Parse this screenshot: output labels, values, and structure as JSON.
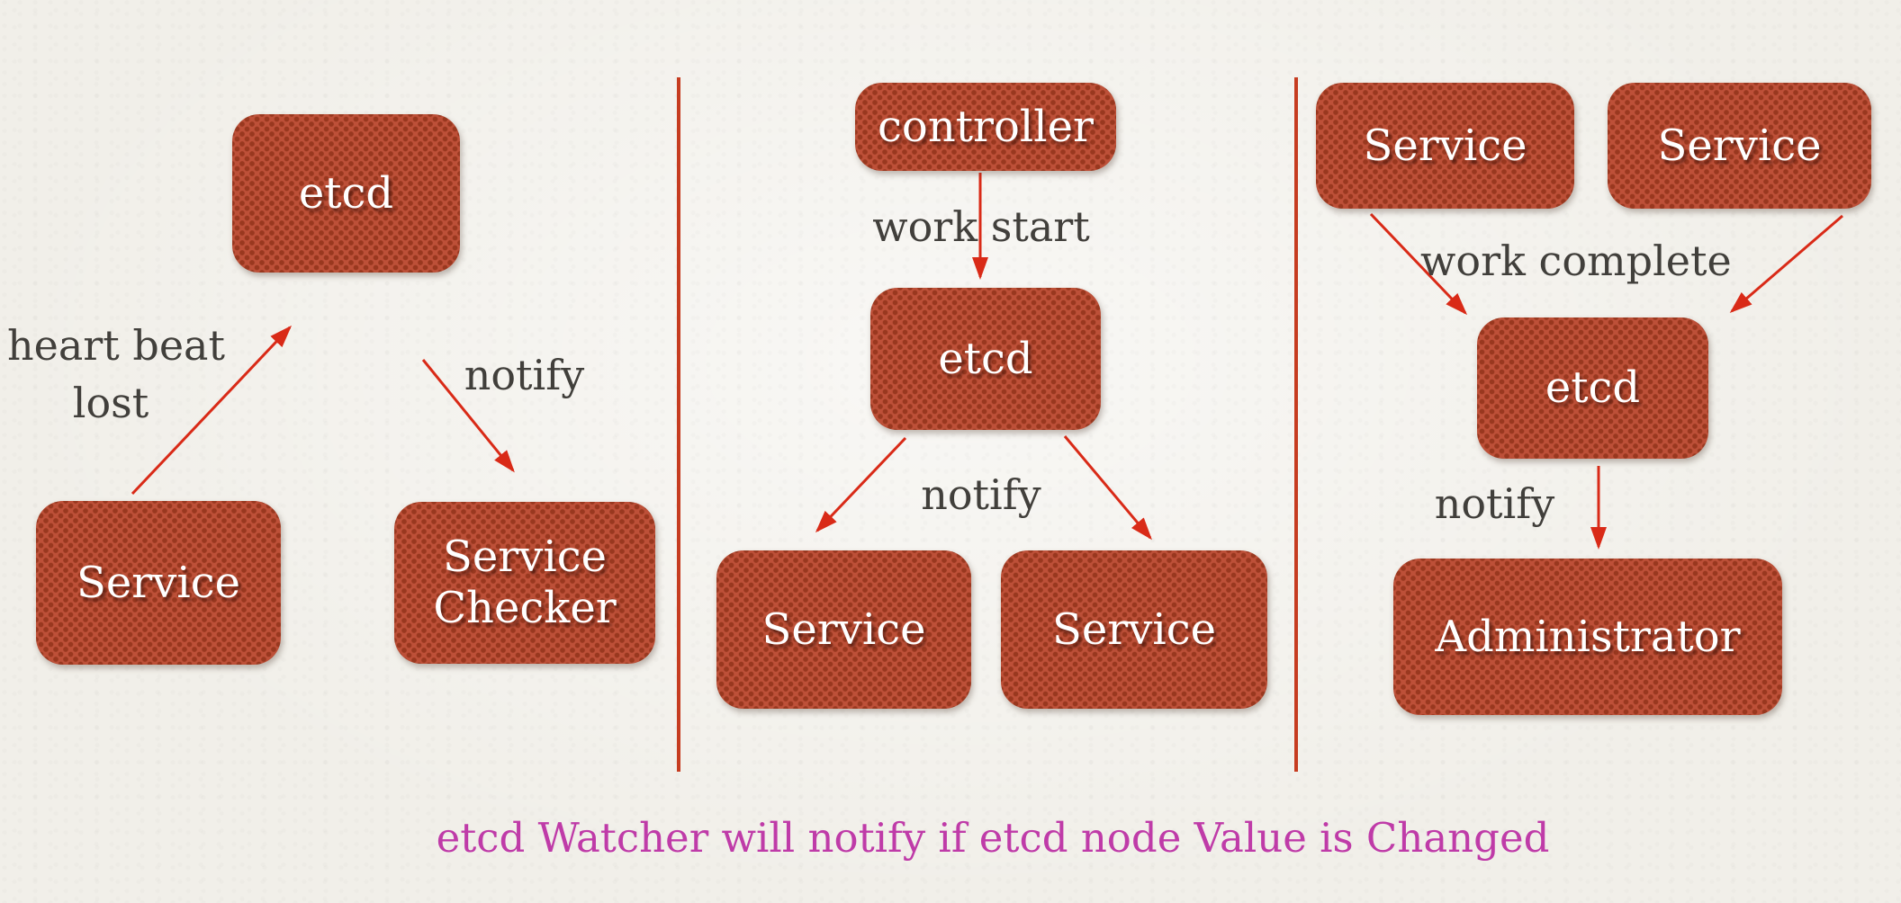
{
  "slide": {
    "caption": "etcd Watcher will notify if etcd node Value is Changed"
  },
  "colors": {
    "background": "#f1efe9",
    "node_fill": "#bd5038",
    "node_dot": "#99381f",
    "node_text": "#ffffff",
    "edge_label_text": "#413f3b",
    "arrow": "#d92a17",
    "divider": "#c63c20",
    "caption": "#bf3ba8"
  },
  "diagram": {
    "panels": {
      "heartbeat": {
        "nodes": {
          "etcd": "etcd",
          "service": "Service",
          "service_checker": "Service Checker"
        },
        "labels": {
          "heartbeat_line1": "heart beat",
          "heartbeat_line2": "lost",
          "notify": "notify"
        }
      },
      "work_start": {
        "nodes": {
          "controller": "controller",
          "etcd": "etcd",
          "service_left": "Service",
          "service_right": "Service"
        },
        "labels": {
          "work_start": "work start",
          "notify": "notify"
        }
      },
      "work_complete": {
        "nodes": {
          "service_left": "Service",
          "service_right": "Service",
          "etcd": "etcd",
          "administrator": "Administrator"
        },
        "labels": {
          "work_complete": "work complete",
          "notify": "notify"
        }
      }
    }
  }
}
